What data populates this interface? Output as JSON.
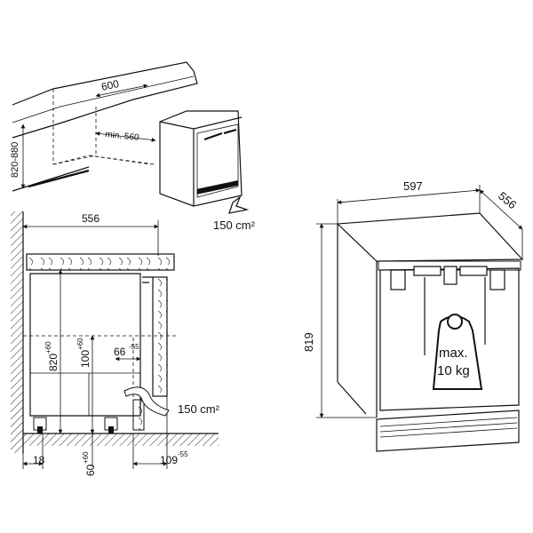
{
  "recess_view": {
    "width_label": "600",
    "min_depth_label": "min. 560",
    "height_range_label": "820-880",
    "vent_label": "150 cm²"
  },
  "side_section": {
    "depth_label": "556",
    "height_label": "820",
    "height_tolerance": "+60",
    "vent_height_label": "100",
    "vent_height_tolerance": "+60",
    "gap_label": "66",
    "gap_tolerance": "-55",
    "vent_label": "150 cm²",
    "foot_height_label": "60",
    "foot_height_tolerance": "+60",
    "wall_gap_label": "18",
    "plinth_depth_label": "109",
    "plinth_depth_tolerance": "-55"
  },
  "appliance_view": {
    "width_label": "597",
    "depth_label": "556",
    "height_label": "819",
    "load_label_line1": "max.",
    "load_label_line2": "10 kg"
  }
}
